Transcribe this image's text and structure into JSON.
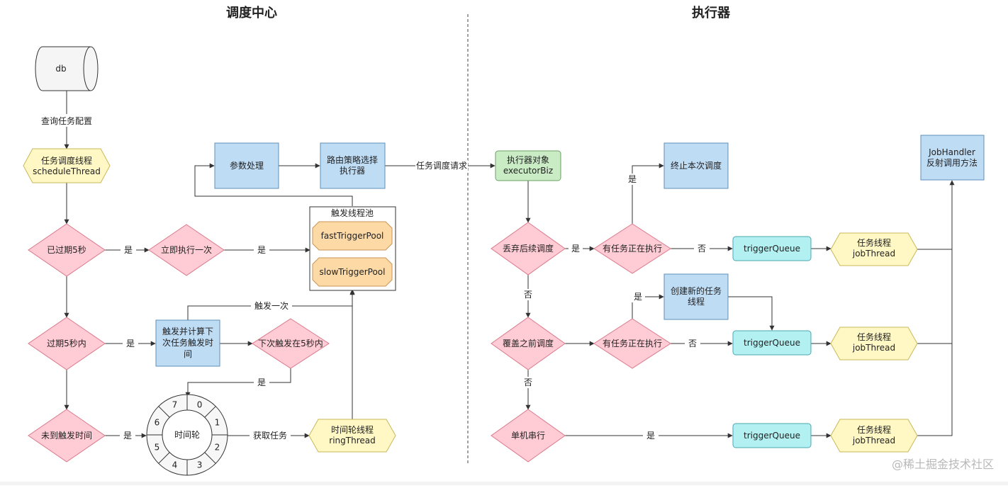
{
  "sections": {
    "scheduler_title": "调度中心",
    "executor_title": "执行器"
  },
  "nodes": {
    "db": "db",
    "schedule_thread": [
      "任务调度线程",
      "scheduleThread"
    ],
    "expired_5s": "已过期5秒",
    "trigger_once_now": "立即执行一次",
    "within_5s": "过期5秒内",
    "trigger_and_compute": [
      "触发并计算下",
      "次任务触发时",
      "间"
    ],
    "next_within_5s": "下次触发在5秒内",
    "not_reached": "未到触发时间",
    "time_wheel": "时间轮",
    "wheel_ticks": [
      "0",
      "1",
      "2",
      "3",
      "4",
      "5",
      "6",
      "7"
    ],
    "ring_thread": [
      "时间轮线程",
      "ringThread"
    ],
    "param_process": "参数处理",
    "route_strategy": [
      "路由策略选择",
      "执行器"
    ],
    "trigger_pool_title": "触发线程池",
    "fast_pool": "fastTriggerPool",
    "slow_pool": "slowTriggerPool",
    "executor_biz": [
      "执行器对象",
      "executorBiz"
    ],
    "discard_later": "丢弃后续调度",
    "cover_early": "覆盖之前调度",
    "serial": "单机串行",
    "running_1": "有任务正在执行",
    "running_2": "有任务正在执行",
    "stop_schedule": "终止本次调度",
    "create_thread": [
      "创建新的任务",
      "线程"
    ],
    "trigger_queue": "triggerQueue",
    "job_thread": [
      "任务线程",
      "jobThread"
    ],
    "job_handler": [
      "JobHandler",
      "反射调用方法"
    ]
  },
  "edge_labels": {
    "query_config": "查询任务配置",
    "yes": "是",
    "no": "否",
    "trigger_once": "触发一次",
    "get_task": "获取任务",
    "schedule_request": "任务调度请求"
  },
  "watermark": "@稀土掘金技术社区",
  "colors": {
    "pink_fill": "#ffccd5",
    "pink_stroke": "#d9788a",
    "blue_fill": "#bfdcf5",
    "blue_stroke": "#5d8fb8",
    "yellow_fill": "#fff8c4",
    "yellow_stroke": "#c9b85a",
    "orange_fill": "#fdd9a6",
    "orange_stroke": "#c99454",
    "green_fill": "#c9ecc5",
    "green_stroke": "#6aa163",
    "cyan_fill": "#b3f0f2",
    "cyan_stroke": "#4aa9b0",
    "gray_fill": "#f5f5f5"
  }
}
